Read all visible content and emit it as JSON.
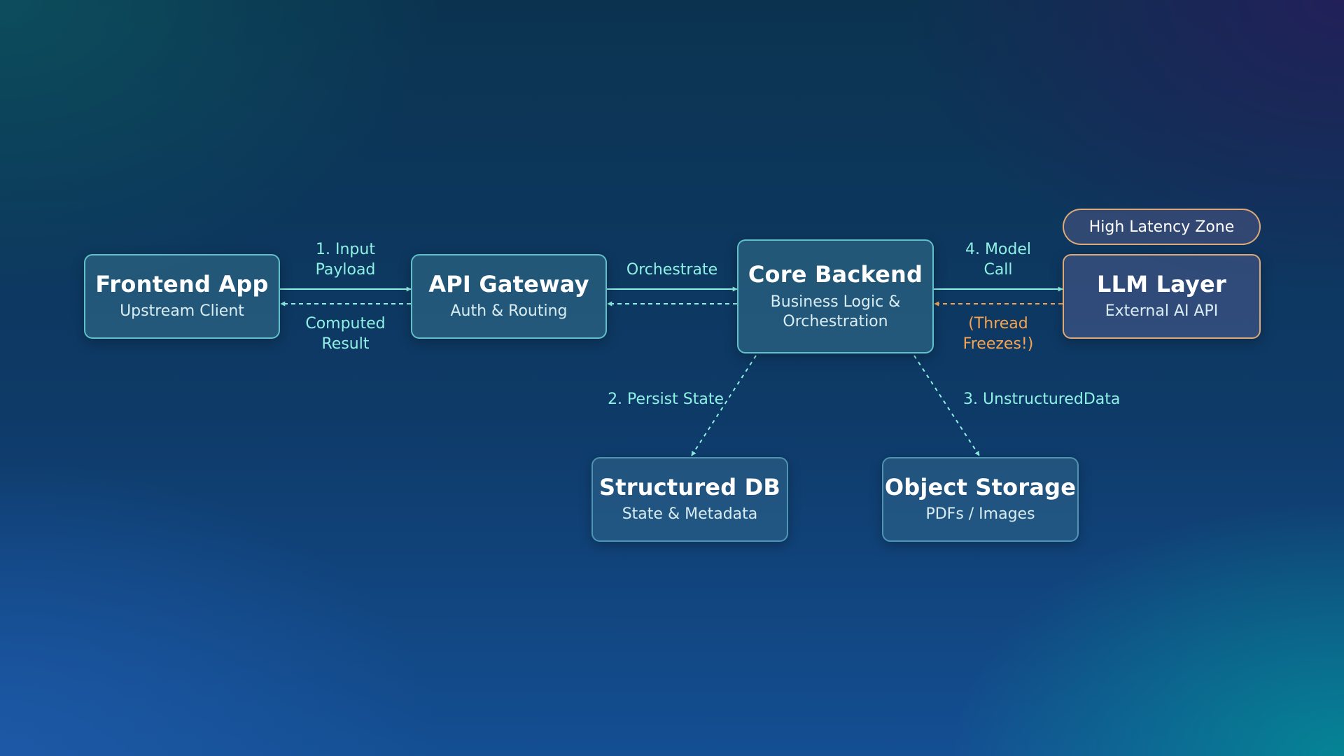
{
  "colors": {
    "accent": "#8ff0e4",
    "warning": "#f5a552",
    "node_border": "#76e4e4",
    "warn_border": "#f0b478"
  },
  "nodes": {
    "frontend": {
      "title": "Frontend App",
      "subtitle": "Upstream Client"
    },
    "gateway": {
      "title": "API Gateway",
      "subtitle": "Auth & Routing"
    },
    "core": {
      "title": "Core Backend",
      "subtitle_line1": "Business Logic &",
      "subtitle_line2": "Orchestration"
    },
    "llm": {
      "title": "LLM Layer",
      "subtitle": "External AI API"
    },
    "db": {
      "title": "Structured DB",
      "subtitle": "State & Metadata"
    },
    "storage": {
      "title": "Object Storage",
      "subtitle": "PDFs / Images"
    }
  },
  "badge": {
    "label": "High Latency Zone"
  },
  "edges": {
    "input_line1": "1. Input",
    "input_line2": "Payload",
    "computed_line1": "Computed",
    "computed_line2": "Result",
    "orchestrate": "Orchestrate",
    "model_line1": "4. Model",
    "model_line2": "Call",
    "thread_line1": "(Thread",
    "thread_line2": "Freezes!)",
    "persist": "2. Persist State",
    "unstructured": "3. UnstructuredData"
  }
}
